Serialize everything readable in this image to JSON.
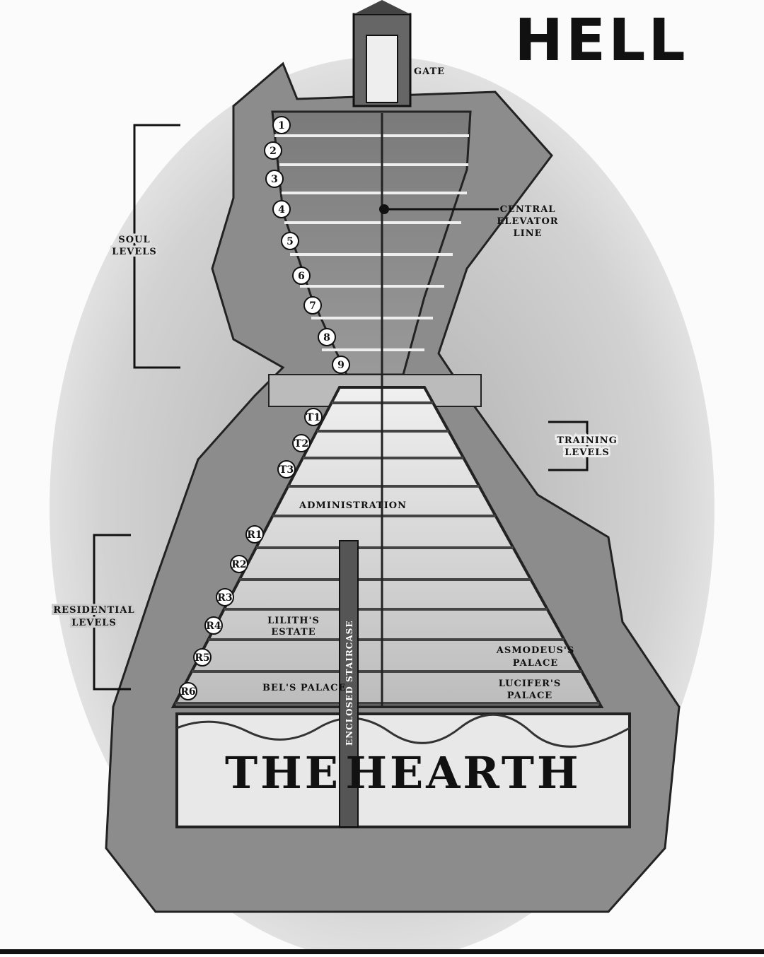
{
  "title": "HELL",
  "labels": {
    "gate": "GATE",
    "central_elevator": [
      "CENTRAL",
      "ELEVATOR",
      "LINE"
    ],
    "soul_levels": [
      "SOUL",
      "LEVELS"
    ],
    "training_levels": [
      "TRAINING",
      "LEVELS"
    ],
    "residential_levels": [
      "RESIDENTIAL",
      "LEVELS"
    ],
    "administration": "ADMINISTRATION",
    "liliths_estate": [
      "LILITH'S",
      "ESTATE"
    ],
    "asmodeus_palace": [
      "ASMODEUS'S",
      "PALACE"
    ],
    "bels_palace": "BEL'S PALACE",
    "lucifers_palace": [
      "LUCIFER'S",
      "PALACE"
    ],
    "enclosed_staircase": "ENCLOSED STAIRCASE",
    "hearth": [
      "THE",
      "HEARTH"
    ]
  },
  "soul_level_markers": [
    "1",
    "2",
    "3",
    "4",
    "5",
    "6",
    "7",
    "8",
    "9"
  ],
  "training_level_markers": [
    "T1",
    "T2",
    "T3"
  ],
  "residential_level_markers": [
    "R1",
    "R2",
    "R3",
    "R4",
    "R5",
    "R6"
  ]
}
